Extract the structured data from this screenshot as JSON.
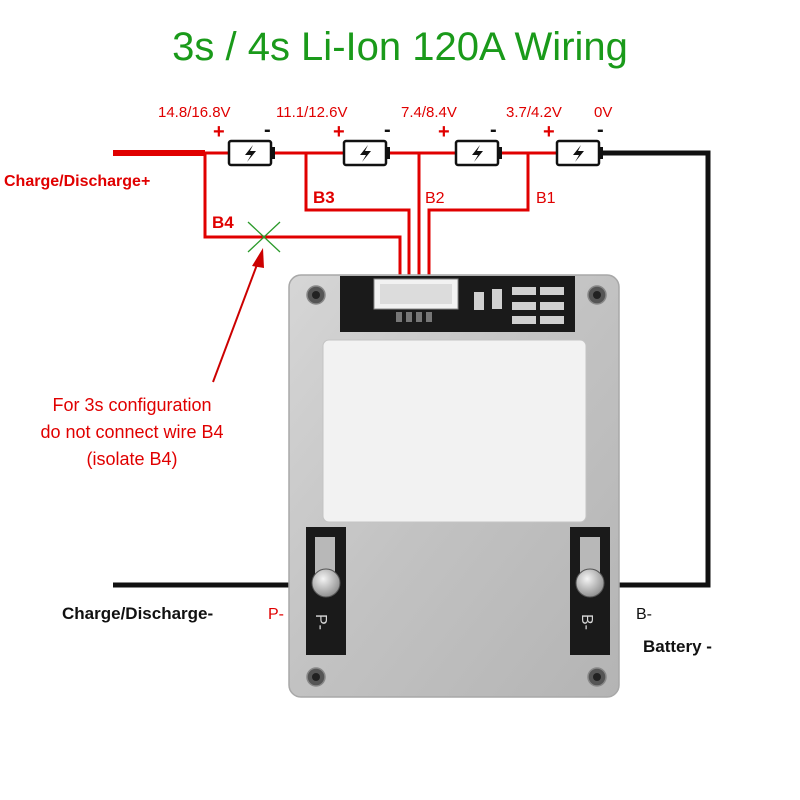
{
  "title": "3s / 4s Li-Ion 120A Wiring",
  "cell_voltages": [
    "14.8/16.8V",
    "11.1/12.6V",
    "7.4/8.4V",
    "3.7/4.2V",
    "0V"
  ],
  "plus_sign": "+",
  "minus_sign": "-",
  "labels": {
    "charge_plus": "Charge/Discharge+",
    "charge_minus": "Charge/Discharge-",
    "p_minus": "P-",
    "b_minus": "B-",
    "battery_minus": "Battery -",
    "board_p": "P-",
    "board_b": "B-"
  },
  "balance_wires": [
    "B4",
    "B3",
    "B2",
    "B1"
  ],
  "note": {
    "line1": "For 3s configuration",
    "line2": "do not connect wire B4",
    "line3": "(isolate B4)"
  },
  "colors": {
    "title": "#1a9a1a",
    "red_wire": "#e00000",
    "black_wire": "#111111",
    "board": "#c8c8c8",
    "pcb": "#1a1a1a"
  },
  "icons": {
    "battery": "battery-cell-icon",
    "isolate": "x-cross-icon"
  }
}
